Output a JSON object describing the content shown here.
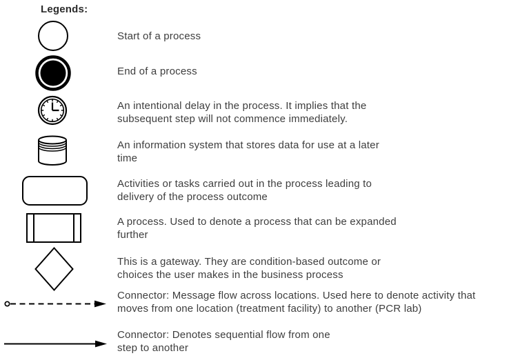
{
  "title": "Legends:",
  "colors": {
    "shape_stroke": "#000000",
    "shape_fill": "#ffffff",
    "end_event_fill": "#000000",
    "text": "#3d3d3d",
    "background": "#ffffff"
  },
  "rows": [
    {
      "icon": "start-event-icon",
      "meaning": "start-of-process",
      "lines": [
        "Start of a process"
      ]
    },
    {
      "icon": "end-event-icon",
      "meaning": "end-of-process",
      "lines": [
        "End of a process"
      ]
    },
    {
      "icon": "delay-clock-icon",
      "meaning": "intentional-delay",
      "lines": [
        "An intentional delay in the process. It implies that the",
        "subsequent step will not commence immediately."
      ]
    },
    {
      "icon": "datastore-cylinder-icon",
      "meaning": "information-system-datastore",
      "lines": [
        "An information system that stores data for use at a later",
        "time"
      ]
    },
    {
      "icon": "task-rounded-rectangle-icon",
      "meaning": "activity-task",
      "lines": [
        "Activities or tasks carried out in the process leading to",
        "delivery of the process outcome"
      ]
    },
    {
      "icon": "subprocess-rectangle-icon",
      "meaning": "expandable-process",
      "lines": [
        "A process. Used to denote a process that can be expanded",
        "further"
      ]
    },
    {
      "icon": "gateway-diamond-icon",
      "meaning": "gateway-decision",
      "lines": [
        "This is a gateway. They are condition-based outcome or",
        "choices the user makes in the business process"
      ]
    },
    {
      "icon": "message-flow-dashed-arrow-icon",
      "meaning": "message-flow-connector",
      "lines": [
        "Connector: Message flow across locations. Used here to denote activity that",
        "moves from one location (treatment facility) to another (PCR lab)"
      ]
    },
    {
      "icon": "sequence-flow-arrow-icon",
      "meaning": "sequential-flow-connector",
      "lines": [
        "Connector: Denotes sequential flow from one",
        "step to another"
      ]
    }
  ]
}
